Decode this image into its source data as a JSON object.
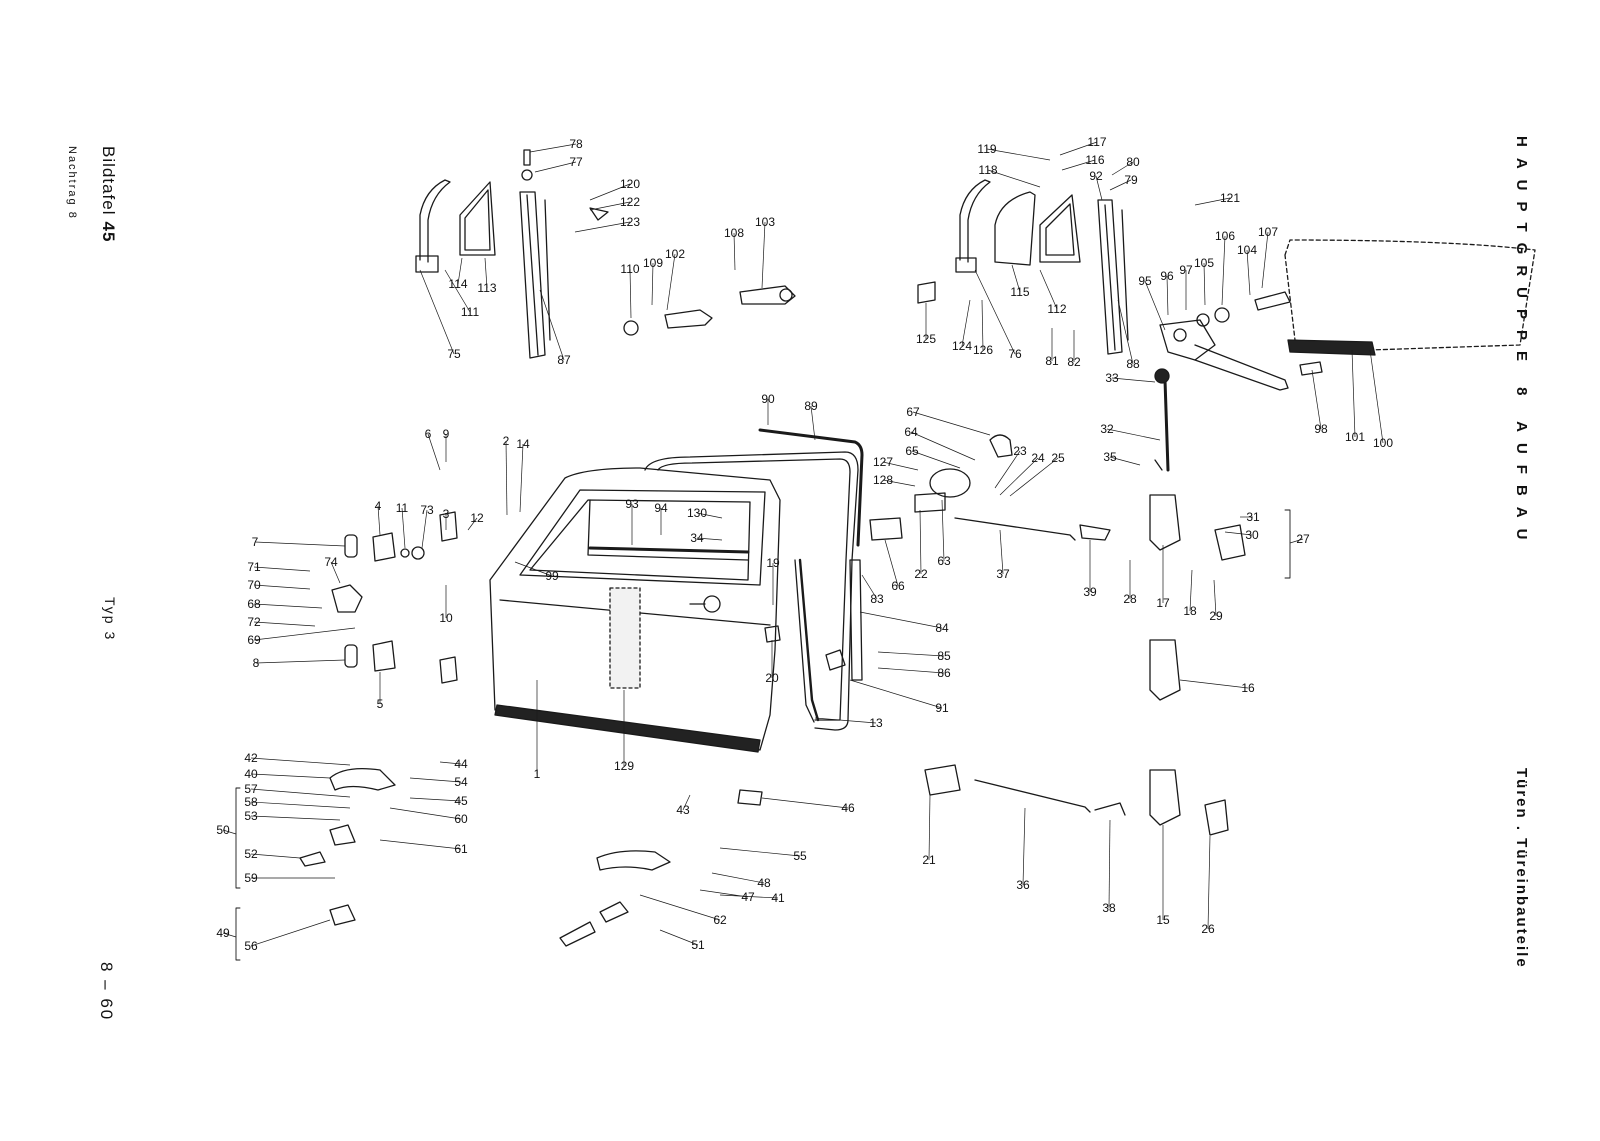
{
  "plate": {
    "label": "Bildtafel",
    "number": "45",
    "supplement": "Nachtrag 8"
  },
  "type_label": "Typ 3",
  "page_number": "8 – 60",
  "main_group": "HAUPTGRUPPE 8   AUFBAU",
  "sub_group": "Türen . Türeinbauteile",
  "callouts": [
    "1",
    "2",
    "3",
    "4",
    "5",
    "6",
    "7",
    "8",
    "9",
    "10",
    "11",
    "12",
    "13",
    "14",
    "15",
    "16",
    "17",
    "18",
    "19",
    "20",
    "21",
    "22",
    "23",
    "24",
    "25",
    "26",
    "27",
    "28",
    "29",
    "30",
    "31",
    "32",
    "33",
    "34",
    "35",
    "36",
    "37",
    "38",
    "39",
    "40",
    "41",
    "42",
    "43",
    "44",
    "45",
    "46",
    "47",
    "48",
    "49",
    "50",
    "51",
    "52",
    "53",
    "54",
    "55",
    "56",
    "57",
    "58",
    "59",
    "60",
    "61",
    "62",
    "63",
    "64",
    "65",
    "66",
    "67",
    "68",
    "69",
    "70",
    "71",
    "72",
    "73",
    "74",
    "75",
    "76",
    "77",
    "78",
    "79",
    "80",
    "81",
    "82",
    "83",
    "84",
    "85",
    "86",
    "87",
    "88",
    "89",
    "90",
    "91",
    "92",
    "93",
    "94",
    "95",
    "96",
    "97",
    "98",
    "99",
    "100",
    "101",
    "102",
    "103",
    "104",
    "105",
    "106",
    "107",
    "108",
    "109",
    "110",
    "111",
    "112",
    "113",
    "114",
    "115",
    "116",
    "117",
    "118",
    "119",
    "120",
    "121",
    "122",
    "123",
    "124",
    "125",
    "126",
    "127",
    "128",
    "129",
    "130"
  ],
  "colors": {
    "ink": "#1a1a1a",
    "paper": "#ffffff"
  }
}
